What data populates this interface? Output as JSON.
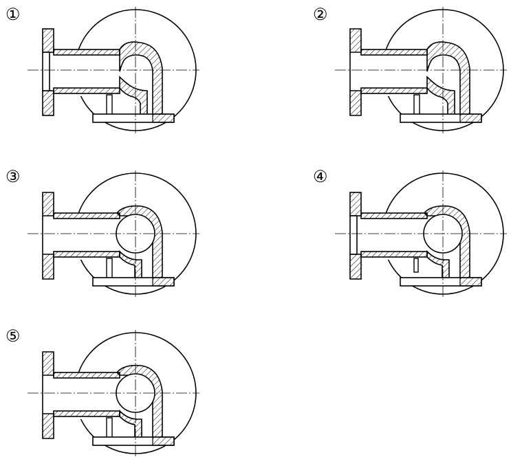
{
  "options": [
    {
      "label": "①"
    },
    {
      "label": "②"
    },
    {
      "label": "③"
    },
    {
      "label": "④"
    },
    {
      "label": "⑤"
    }
  ],
  "colors": {
    "ink": "#000000",
    "paper": "#ffffff"
  }
}
